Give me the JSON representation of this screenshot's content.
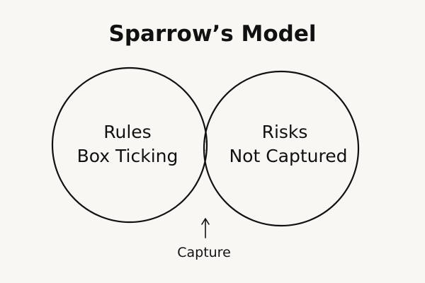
{
  "title": "Sparrow’s Model",
  "sets": [
    {
      "line1": "Rules",
      "line2": "Box Ticking"
    },
    {
      "line1": "Risks",
      "line2": "Not Captured"
    }
  ],
  "intersection_label": "Capture",
  "colors": {
    "background": "#f9f7f3",
    "stroke": "#111111",
    "hatch": "#b9b6b0"
  }
}
